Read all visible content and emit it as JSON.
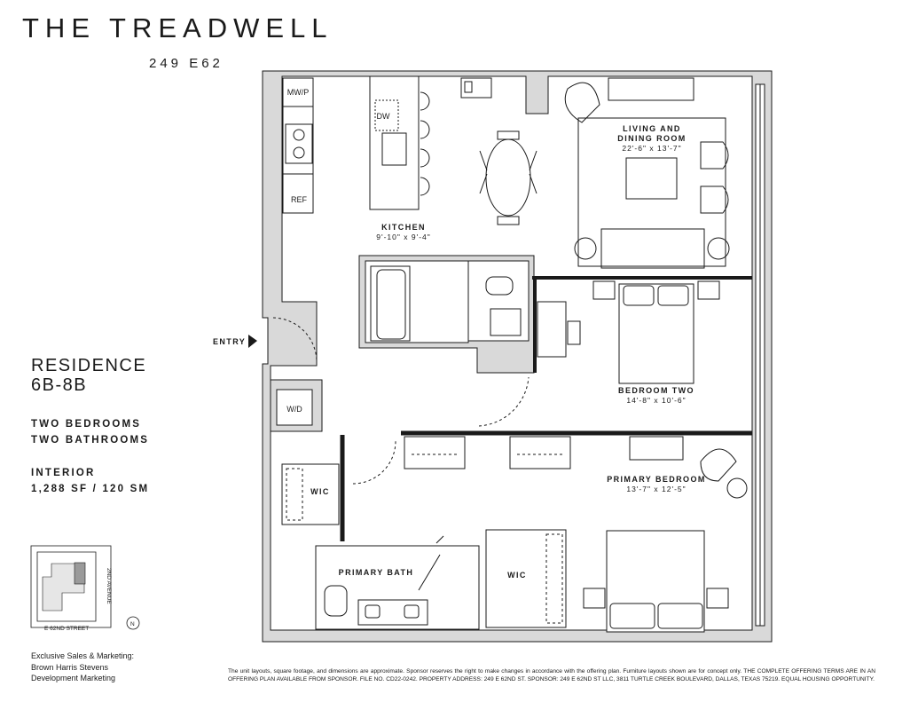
{
  "brand": {
    "name": "THE TREADWELL",
    "address_line": "249 E62"
  },
  "residence": {
    "title_line1": "RESIDENCE",
    "title_line2": "6B-8B",
    "bedrooms": "TWO BEDROOMS",
    "bathrooms": "TWO BATHROOMS",
    "interior_label": "INTERIOR",
    "interior_area": "1,288 SF / 120 SM"
  },
  "rooms": {
    "living": {
      "name_line1": "LIVING AND",
      "name_line2": "DINING ROOM",
      "dims": "22'-6\" x 13'-7\""
    },
    "kitchen": {
      "name": "KITCHEN",
      "dims": "9'-10\" x 9'-4\""
    },
    "bedroom_two": {
      "name": "BEDROOM TWO",
      "dims": "14'-8\" x 10'-6\""
    },
    "primary_bedroom": {
      "name": "PRIMARY BEDROOM",
      "dims": "13'-7\" x 12'-5\""
    },
    "primary_bath": {
      "name": "PRIMARY BATH"
    },
    "wic_left": {
      "name": "WIC"
    },
    "wic_right": {
      "name": "WIC"
    }
  },
  "appliances": {
    "mwp": "MW/P",
    "dw": "DW",
    "ref": "REF",
    "wd": "W/D"
  },
  "entry_label": "ENTRY",
  "key_map": {
    "avenue": "2ND AVENUE",
    "street": "E 62ND STREET",
    "north": "N"
  },
  "marketing": {
    "line1": "Exclusive Sales & Marketing:",
    "line2": "Brown Harris Stevens",
    "line3": "Development Marketing"
  },
  "disclaimer": "The unit layouts, square footage, and dimensions are approximate. Sponsor reserves the right to make changes in accordance with the offering plan. Furniture layouts shown are for concept only. THE COMPLETE OFFERING TERMS ARE IN AN OFFERING PLAN AVAILABLE FROM SPONSOR. FILE NO. CD22-0242. PROPERTY ADDRESS: 249 E 62ND ST. SPONSOR: 249 E 62ND ST LLC, 3811 TURTLE CREEK BOULEVARD, DALLAS, TEXAS 75219. EQUAL HOUSING OPPORTUNITY."
}
